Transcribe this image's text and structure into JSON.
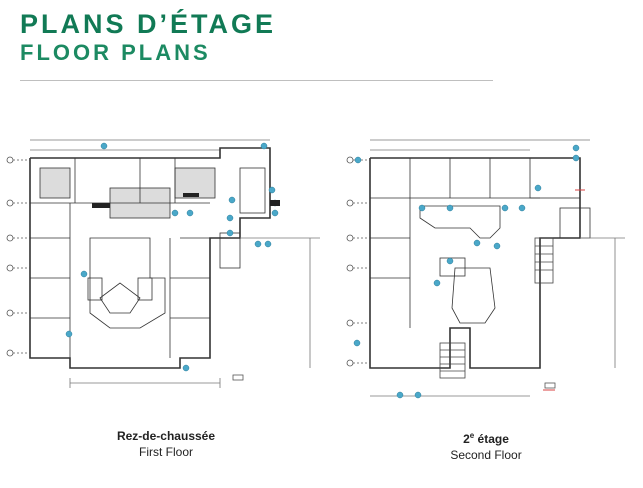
{
  "header": {
    "title_fr": "PLANS D’ÉTAGE",
    "title_en": "FLOOR PLANS"
  },
  "plans": [
    {
      "label_fr": "Rez-de-chaussée",
      "label_en": "First Floor"
    },
    {
      "label_fr_prefix": "2",
      "label_fr_sup": "e",
      "label_fr_suffix": " étage",
      "label_en": "Second Floor"
    }
  ],
  "colors": {
    "brand_green": "#117a55",
    "marker_blue": "#4aa8c9",
    "accent_red": "#d94040"
  }
}
